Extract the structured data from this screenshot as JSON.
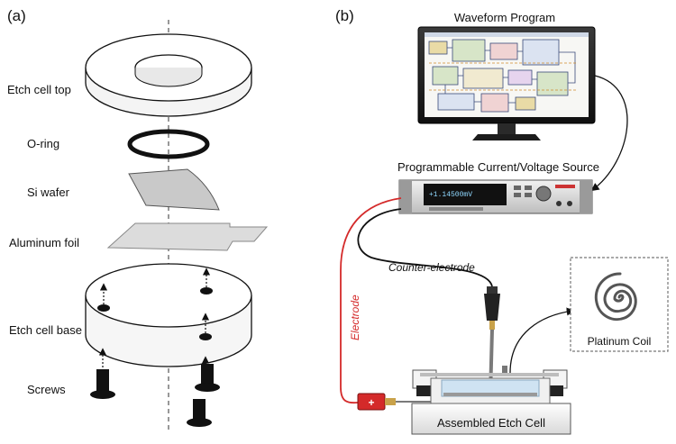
{
  "panel_a": {
    "tag": "(a)",
    "labels": {
      "etch_cell_top": "Etch cell top",
      "o_ring": "O-ring",
      "si_wafer": "Si wafer",
      "aluminum_foil": "Aluminum foil",
      "etch_cell_base": "Etch cell base",
      "screws": "Screws"
    }
  },
  "panel_b": {
    "tag": "(b)",
    "waveform_program": "Waveform Program",
    "source_label": "Programmable Current/Voltage Source",
    "source_readout": "+1.14500mV",
    "counter_electrode": "Counter-electrode",
    "electrode": "Electrode",
    "platinum_coil": "Platinum Coil",
    "assembled_cell": "Assembled Etch Cell",
    "plus_sign": "+"
  },
  "colors": {
    "electrode_wire": "#d42a2a",
    "monitor": "#1c1c1c",
    "foil": "#dcdcdc",
    "wafer": "#c9c9c9",
    "solution": "#cfe3f2"
  }
}
